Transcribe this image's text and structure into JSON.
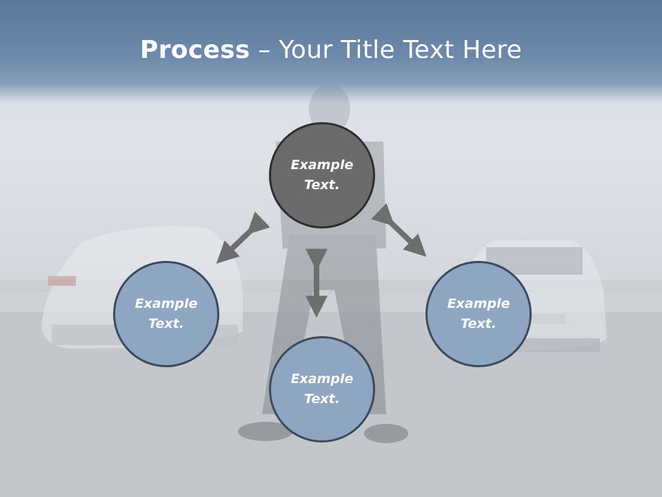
{
  "title": {
    "bold": "Process",
    "rest": " – Your Title Text Here"
  },
  "nodes": [
    {
      "id": "center",
      "line1": "Example",
      "line2": "Text."
    },
    {
      "id": "left",
      "line1": "Example",
      "line2": "Text."
    },
    {
      "id": "bottom",
      "line1": "Example",
      "line2": "Text."
    },
    {
      "id": "right",
      "line1": "Example",
      "line2": "Text."
    }
  ],
  "colors": {
    "title_band": "#6b86a8",
    "center_node": "#6b6b6b",
    "outer_node": "#8ea6c2",
    "arrow": "#6e6e6e"
  }
}
